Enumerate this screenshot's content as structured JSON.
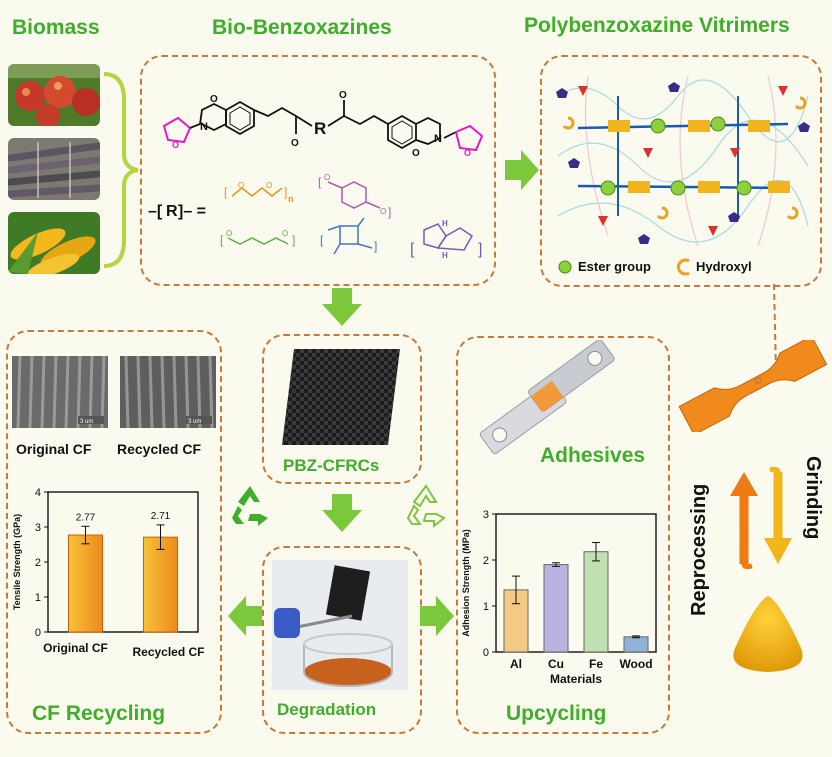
{
  "titles": {
    "biomass": "Biomass",
    "bio_benzoxazines": "Bio-Benzoxazines",
    "vitrimers": "Polybenzoxazine Vitrimers",
    "pbz_cfrcs": "PBZ-CFRCs",
    "adhesives": "Adhesives",
    "cf_recycling": "CF Recycling",
    "degradation": "Degradation",
    "upcycling": "Upcycling",
    "reprocessing": "Reprocessing",
    "grinding": "Grinding"
  },
  "structure": {
    "r_label": "R",
    "r_equals": "R",
    "subscript_n": "n",
    "h_label": "H"
  },
  "vitrimer_legend": {
    "ester": "Ester group",
    "hydroxyl": "Hydroxyl"
  },
  "sem": {
    "original_label": "Original CF",
    "recycled_label": "Recycled CF",
    "scale_bar": "3 um"
  },
  "colors": {
    "title_green": "#3fae2a",
    "dashed_border": "#c87a3a",
    "arrow_green": "#7cc83c",
    "bar_orange": "#f0a030"
  },
  "chart_data": [
    {
      "type": "bar",
      "ylabel": "Tensile Strength (GPa)",
      "categories": [
        "Original CF",
        "Recycled CF"
      ],
      "values": [
        2.77,
        2.71
      ],
      "data_labels": [
        "2.77",
        "2.71"
      ],
      "errors": [
        0.25,
        0.35
      ],
      "ylim": [
        0,
        4
      ],
      "yticks": [
        "0",
        "1",
        "2",
        "3",
        "4"
      ]
    },
    {
      "type": "bar",
      "xlabel": "Materials",
      "ylabel": "Adhesion Strength (MPa)",
      "categories": [
        "Al",
        "Cu",
        "Fe",
        "Wood"
      ],
      "values": [
        1.35,
        1.9,
        2.18,
        0.33
      ],
      "errors": [
        0.3,
        0.04,
        0.2,
        0.02
      ],
      "bar_colors": [
        "#f5c884",
        "#b9b3e0",
        "#bfe0b0",
        "#8eb4dc"
      ],
      "ylim": [
        0,
        3
      ],
      "yticks": [
        "0",
        "1",
        "2",
        "3"
      ]
    }
  ]
}
